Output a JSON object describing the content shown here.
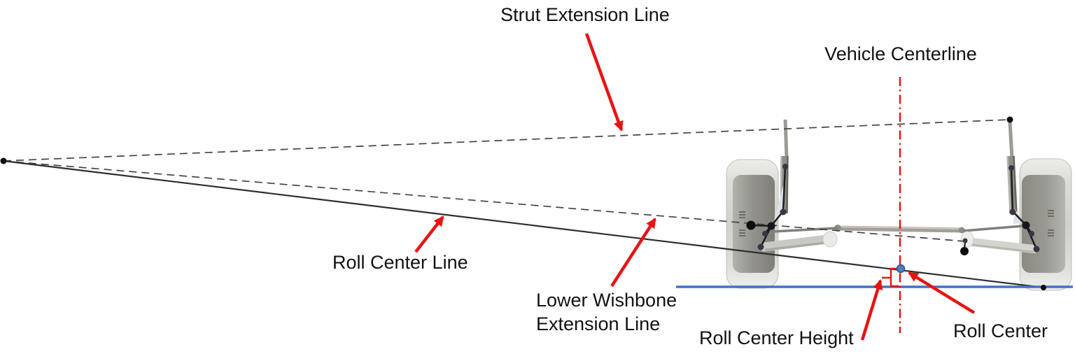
{
  "diagram": {
    "type": "vehicle-suspension-roll-center-diagram",
    "labels": {
      "strut_extension": "Strut Extension Line",
      "vehicle_centerline": "Vehicle Centerline",
      "roll_center_line": "Roll Center Line",
      "lower_wishbone_line1": "Lower Wishbone",
      "lower_wishbone_line2": "Extension Line",
      "roll_center_height": "Roll Center Height",
      "roll_center": "Roll Center"
    },
    "elements": [
      "instant-center-point",
      "strut-extension-dashed-line",
      "lower-wishbone-extension-dashed-line",
      "roll-center-solid-line",
      "ground-line",
      "vehicle-centerline-dashdot",
      "roll-center-point",
      "roll-center-height-bracket",
      "left-wheel",
      "right-wheel",
      "left-strut",
      "right-strut",
      "steering-rack",
      "tie-rods",
      "lower-control-arms"
    ]
  },
  "colors": {
    "annotation_red": "#e91313",
    "centerline_red": "#f20d0d",
    "ground_blue": "#4472c4",
    "construction_gray": "#454545",
    "solid_line": "#2e2e2e",
    "text_color": "#121212",
    "roll_center_fill": "#4a7cbe",
    "roll_center_stroke": "#2f5590"
  }
}
